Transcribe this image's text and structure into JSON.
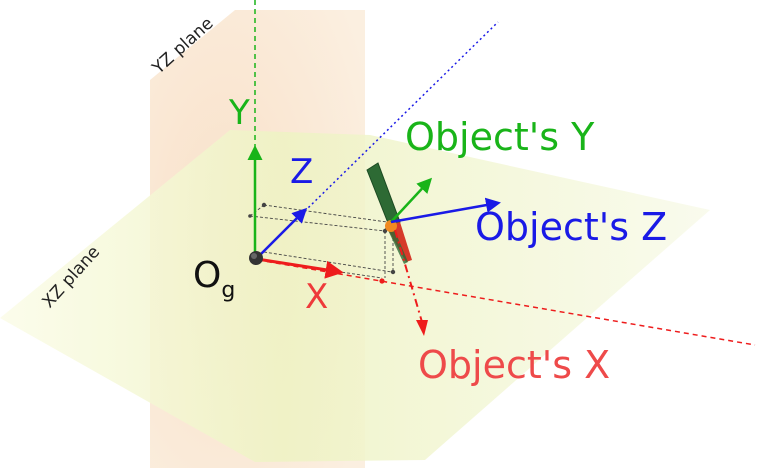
{
  "colors": {
    "red": "#ee1c1c",
    "green": "#19b419",
    "blue": "#1a1ae6",
    "orange": "#f08a20",
    "dark": "#222222",
    "yz_plane_fill": "#f6dcc4",
    "xz_plane_fill": "#f3f5c8"
  },
  "labels": {
    "yz_plane": "YZ plane",
    "xz_plane": "XZ plane",
    "global_y": "Y",
    "global_z": "Z",
    "global_x": "X",
    "origin_main": "O",
    "origin_sub": "g",
    "object_y": "Object's Y",
    "object_z": "Object's Z",
    "object_x": "Object's X"
  },
  "icons": {
    "object": "pen-object-icon"
  }
}
